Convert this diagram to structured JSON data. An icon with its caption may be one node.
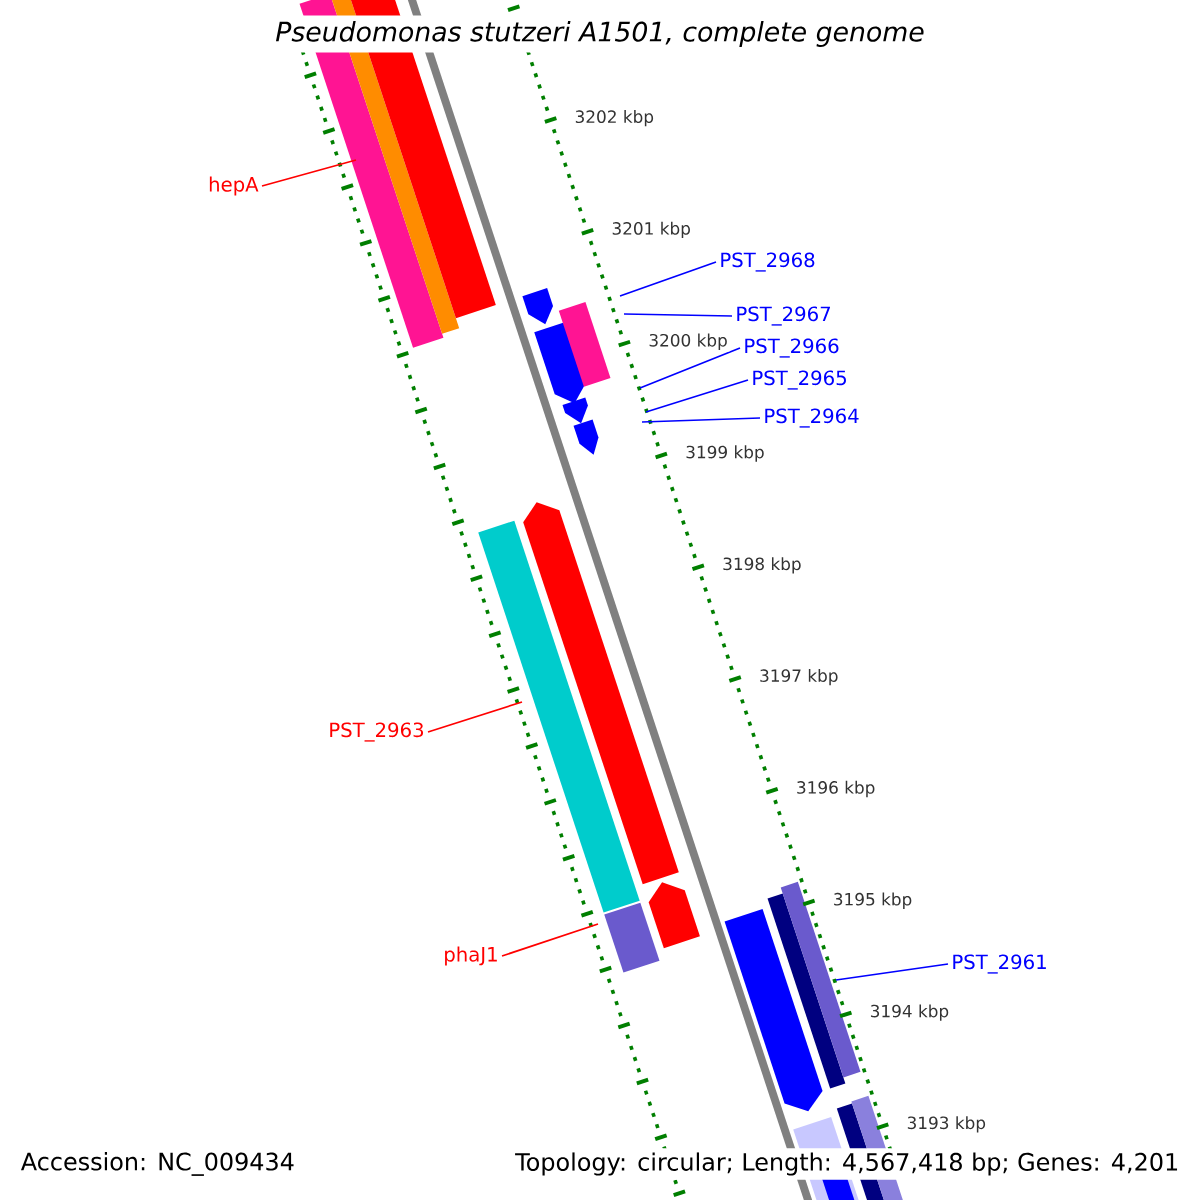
{
  "diagram": {
    "title": "Pseudomonas stutzeri A1501, complete genome",
    "nodes": [
      {
        "text": [
          "hepA"
        ]
      },
      {
        "text": [
          "PST_2968"
        ]
      },
      {
        "text": [
          "PST_2967"
        ]
      },
      {
        "text": [
          "PST_2966"
        ]
      },
      {
        "text": [
          "PST_2965"
        ]
      },
      {
        "text": [
          "PST_2964"
        ]
      },
      {
        "text": [
          "PST_2963"
        ]
      },
      {
        "text": [
          "phaJ1"
        ]
      },
      {
        "text": [
          "PST_2961"
        ]
      }
    ],
    "edges": [
      {
        "from": 0,
        "to": null,
        "arrow": "none",
        "color": "#ff0000"
      },
      {
        "from": 1,
        "to": null,
        "arrow": "none"
      },
      {
        "from": 2,
        "to": null,
        "arrow": "none"
      },
      {
        "from": 3,
        "to": null,
        "arrow": "none"
      },
      {
        "from": 4,
        "to": null,
        "arrow": "none"
      },
      {
        "from": 5,
        "to": null,
        "arrow": "none"
      },
      {
        "from": 6,
        "to": null,
        "arrow": "none",
        "color": "#ff0000"
      },
      {
        "from": 7,
        "to": null,
        "arrow": "none",
        "color": "#ff0000"
      },
      {
        "from": 8,
        "to": null,
        "arrow": "none"
      }
    ],
    "labels": [
      "3202 kbp",
      "3201 kbp",
      "3200 kbp",
      "3199 kbp",
      "3198 kbp",
      "3197 kbp",
      "3196 kbp",
      "3195 kbp",
      "3194 kbp",
      "3193 kbp",
      "Accession: NC_009434",
      "Topology: circular; Length: 4,567,418 bp; Genes: 4,201"
    ]
  }
}
